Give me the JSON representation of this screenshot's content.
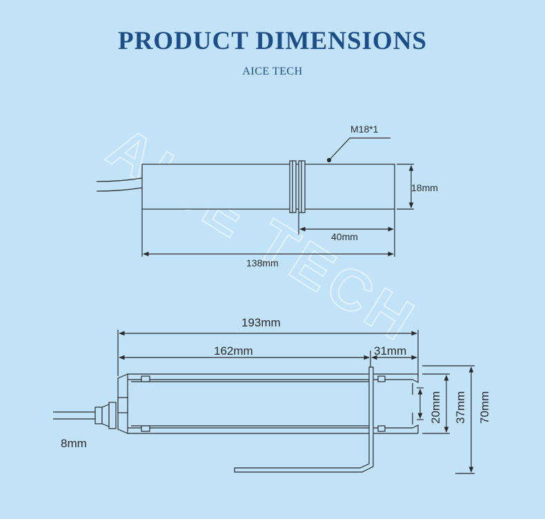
{
  "header": {
    "title": "PRODUCT DIMENSIONS",
    "subtitle": "AICE TECH"
  },
  "watermark_text": "AICE TECH",
  "sensor_view": {
    "thread_label": "M18*1",
    "diameter_label": "18mm",
    "thread_length_label": "40mm",
    "total_length_label": "138mm"
  },
  "bracket_view": {
    "overall_length_label": "193mm",
    "body_length_label": "162mm",
    "end_length_label": "31mm",
    "inner_gap_label": "20mm",
    "outer_width_label": "37mm",
    "total_height_label": "70mm",
    "cable_label": "8mm"
  },
  "colors": {
    "background": "#c2e2f8",
    "title": "#1c4e87",
    "line": "#2a2a2a"
  }
}
